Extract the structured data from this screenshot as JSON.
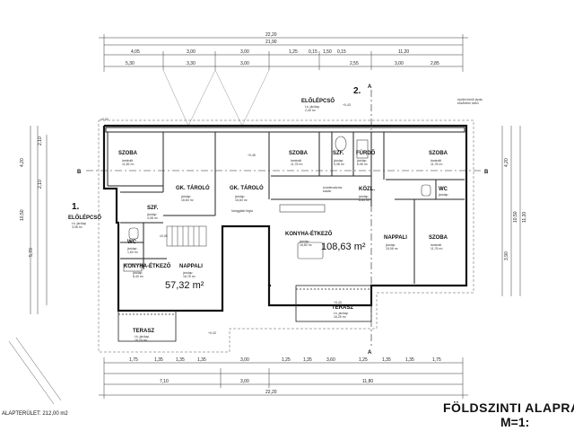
{
  "plan": {
    "title": "FÖLDSZINTI ALAPRA",
    "scale": "M=1:",
    "footprint": "ALAPTERÜLET: 212,00 m2",
    "unit_a_area": "57,32 m²",
    "unit_b_area": "108,63 m²",
    "label_1": "1.",
    "label_2": "2.",
    "section_b": "B",
    "section_a": "A",
    "top_dims": {
      "overall": "22,20",
      "inner": "21,90",
      "row2": [
        "4,05",
        "3,00",
        "3,00",
        "1,25",
        "0,15",
        "1,50",
        "0,15",
        "11,20"
      ],
      "row3": [
        "5,30",
        "3,30",
        "3,00",
        "2,55",
        "3,00",
        "2,85"
      ]
    },
    "bottom_dims": {
      "row1": [
        "1,75",
        "1,35",
        "1,35",
        "1,35",
        "3,00",
        "1,25",
        "1,35",
        "3,60",
        "1,25",
        "1,35",
        "1,35",
        "1,75"
      ],
      "row2": [
        "7,10",
        "3,00",
        "11,80"
      ],
      "overall": "22,20"
    },
    "side_dims": {
      "left": [
        "4,20",
        "10,50",
        "5,70",
        "2,10",
        "2,10"
      ],
      "right": [
        "4,20",
        "10,50",
        "11,20",
        "3,90"
      ]
    },
    "rooms": [
      {
        "name": "SZOBA",
        "sub": "laminált\n11,82 m²"
      },
      {
        "name": "GK. TÁROLÓ",
        "sub": "járólap\n16,60 m²"
      },
      {
        "name": "GK. TÁROLÓ",
        "sub": "járólap\n16,60 m²"
      },
      {
        "name": "SZOBA",
        "sub": "laminált\n11,76 m²"
      },
      {
        "name": "SZF.",
        "sub": "járólap\n5,38 m²"
      },
      {
        "name": "FÜRDŐ",
        "sub": "járólap\n6,96 m²"
      },
      {
        "name": "SZOBA",
        "sub": "laminált\n11,76 m²"
      },
      {
        "name": "KÖZL.",
        "sub": "járólap\n6,63 m²"
      },
      {
        "name": "WC",
        "sub": "járólap"
      },
      {
        "name": "SZF.",
        "sub": "járólap\n4,08 m²"
      },
      {
        "name": "WC",
        "sub": "járólap\n1,60 m²"
      },
      {
        "name": "KONYHA-ÉTKEZŐ",
        "sub": "járólap\n16,80 m²"
      },
      {
        "name": "NAPPALI",
        "sub": "járólap\n15,06 m²"
      },
      {
        "name": "SZOBA",
        "sub": "laminált\n11,76 m²"
      },
      {
        "name": "KONYHA-ÉTKEZŐ",
        "sub": "járólap\n8,40 m²"
      },
      {
        "name": "NAPPALI",
        "sub": "járólap\n16,76 m²"
      }
    ],
    "entries": [
      {
        "name": "ELŐLÉPCSŐ",
        "sub": "t.k. járólap\n2,40 m²"
      },
      {
        "name": "ELŐLÉPCSŐ",
        "sub": "t.k. járólap\n3,96 m²"
      }
    ],
    "terraces": [
      {
        "name": "TERASZ",
        "sub": "t.k. járólap\n16,20 m²"
      },
      {
        "name": "TERASZ",
        "sub": "t.k. járólap\n16,25 m²"
      }
    ],
    "notes": {
      "walkway": "épület körüli járda\nköz/beton lárk3",
      "hanging_boiler": "hanggátló fegla",
      "condensing": "kondenzációs\nkazán"
    },
    "levels": [
      "±0,00",
      "+0,45",
      "+0,43",
      "±0,00",
      "+0,43",
      "+0,43"
    ]
  }
}
